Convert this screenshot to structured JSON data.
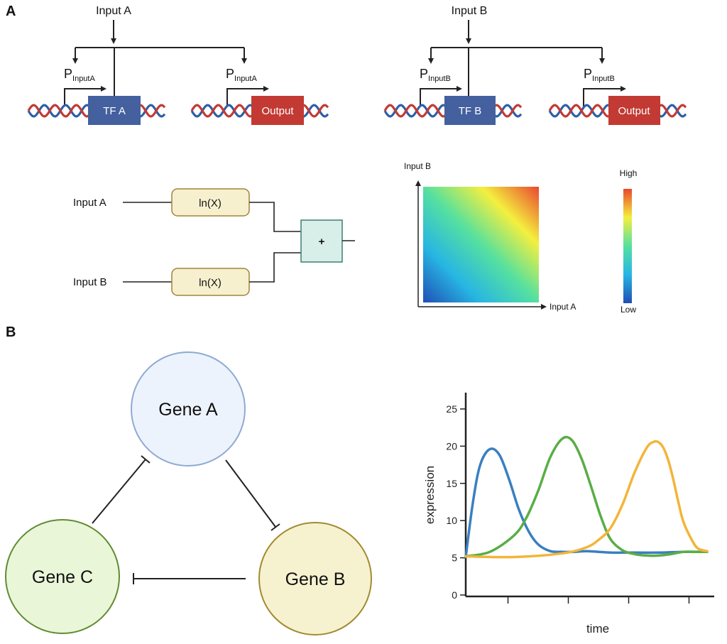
{
  "panels": {
    "a": {
      "letter": "A",
      "circuit_a": {
        "input_label": "Input A",
        "promoter_main": "P",
        "promoter_sub": "InputA",
        "tf_label": "TF A",
        "output_label": "Output"
      },
      "circuit_b": {
        "input_label": "Input B",
        "promoter_main": "P",
        "promoter_sub": "InputB",
        "tf_label": "TF B",
        "output_label": "Output"
      },
      "logic": {
        "input_a_label": "Input A",
        "input_b_label": "Input B",
        "ln_label": "ln(X)",
        "sum_label": "+"
      },
      "heatmap": {
        "y_axis_label": "Input B",
        "x_axis_label": "Input A",
        "colorbar_high": "High",
        "colorbar_low": "Low",
        "colormap": [
          "#1f4fb5",
          "#27b6e3",
          "#55e0a0",
          "#f4ef3e",
          "#e9472f"
        ]
      }
    },
    "b": {
      "letter": "B",
      "network": {
        "gene_a": "Gene A",
        "gene_b": "Gene B",
        "gene_c": "Gene C",
        "colors": {
          "gene_a_fill": "#edf3fc",
          "gene_a_stroke": "#8faad3",
          "gene_b_fill": "#f6f2d0",
          "gene_b_stroke": "#a38a2f",
          "gene_c_fill": "#eaf6d8",
          "gene_c_stroke": "#5f8c33"
        }
      }
    }
  },
  "chart_data": {
    "type": "line",
    "xlabel": "time",
    "ylabel": "expression",
    "ylim": [
      0,
      27
    ],
    "xlim": [
      0,
      100
    ],
    "yticks": [
      0,
      5,
      10,
      15,
      20,
      25
    ],
    "xticks_labeled": false,
    "series": [
      {
        "color": "#3a7fc1",
        "x": [
          0,
          3,
          6,
          10,
          14,
          18,
          22,
          26,
          30,
          35,
          40,
          45,
          50,
          55,
          60,
          65,
          70,
          80,
          90,
          100
        ],
        "y": [
          5.1,
          12.5,
          17.5,
          19.6,
          18.8,
          15.5,
          11.5,
          8.6,
          6.8,
          5.9,
          5.8,
          5.8,
          5.9,
          5.8,
          5.7,
          5.7,
          5.7,
          5.7,
          5.8,
          5.8
        ]
      },
      {
        "color": "#5aad46",
        "x": [
          0,
          10,
          20,
          25,
          30,
          35,
          40,
          44,
          48,
          52,
          56,
          60,
          65,
          70,
          75,
          80,
          85,
          90,
          95,
          100
        ],
        "y": [
          5.2,
          5.8,
          8.0,
          10.3,
          14.0,
          18.5,
          21.0,
          20.8,
          18.3,
          14.5,
          10.5,
          7.5,
          6.0,
          5.5,
          5.3,
          5.3,
          5.5,
          5.8,
          5.8,
          5.8
        ]
      },
      {
        "color": "#f2b53a",
        "x": [
          0,
          20,
          40,
          50,
          55,
          60,
          65,
          70,
          75,
          78,
          80,
          82,
          84,
          86,
          88,
          90,
          93,
          96,
          100
        ],
        "y": [
          5.2,
          5.1,
          5.6,
          6.4,
          7.4,
          9.0,
          12.2,
          16.5,
          19.8,
          20.6,
          20.5,
          19.7,
          18.0,
          15.5,
          12.6,
          10.0,
          7.8,
          6.3,
          5.9
        ]
      }
    ]
  }
}
